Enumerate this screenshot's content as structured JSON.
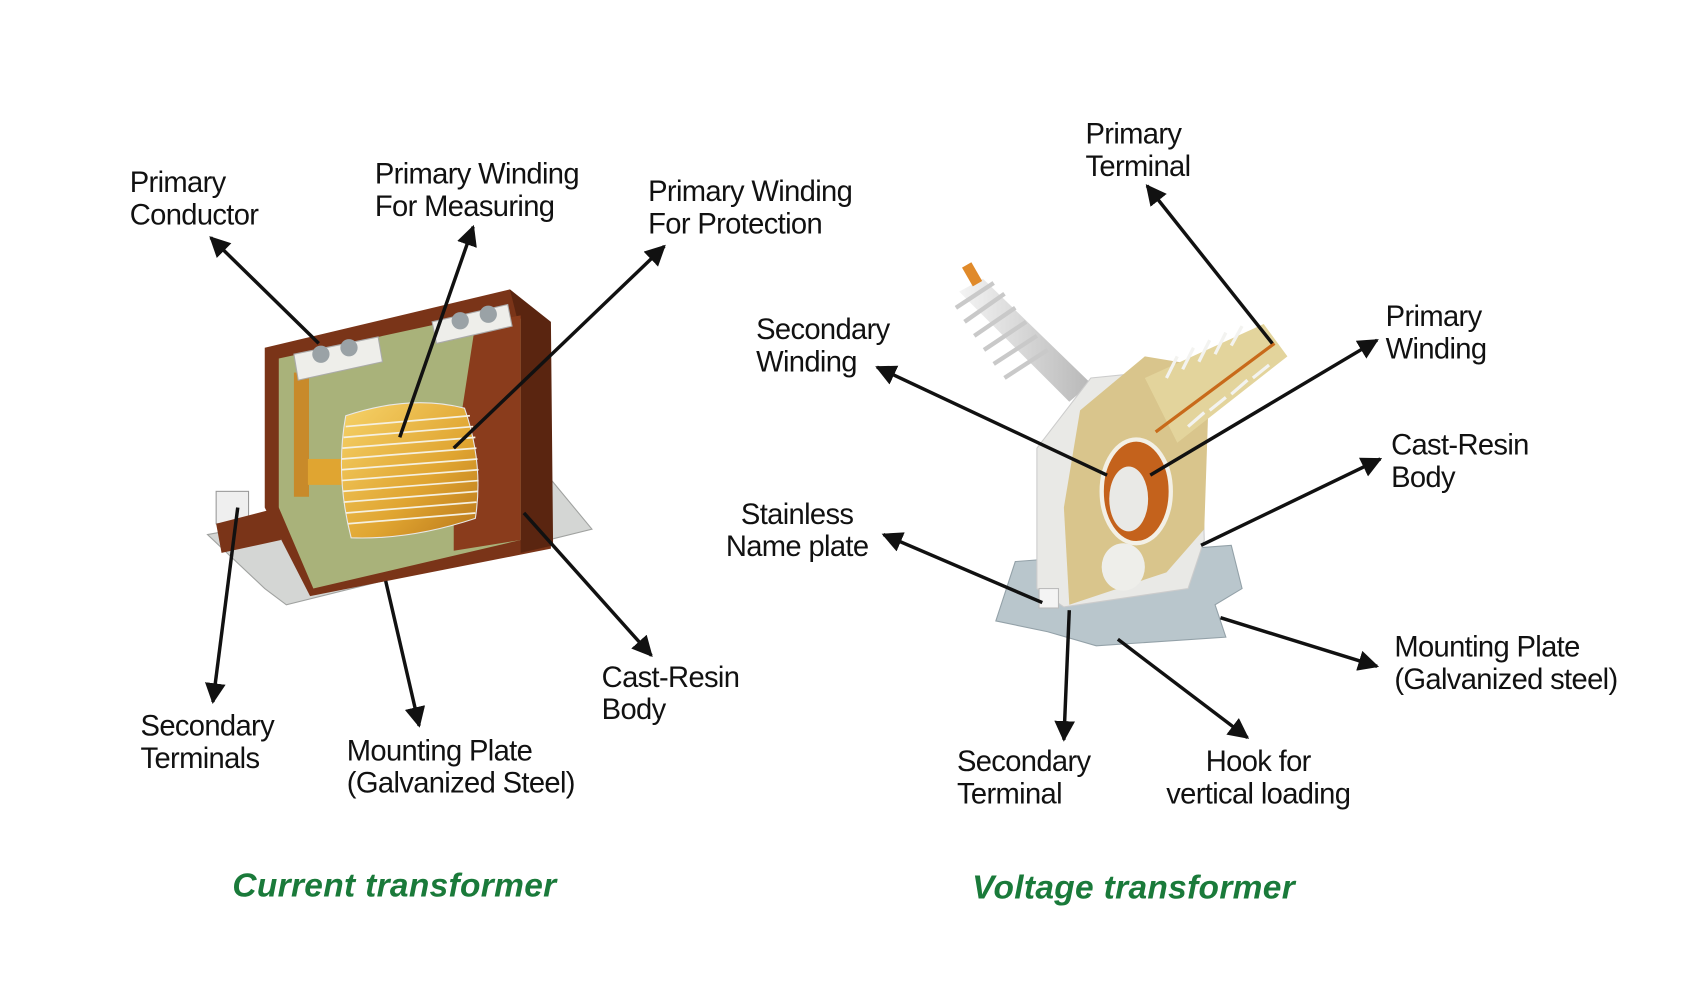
{
  "current_transformer": {
    "caption": "Current transformer",
    "labels": {
      "primary_conductor": [
        "Primary",
        "Conductor"
      ],
      "winding_measuring": [
        "Primary Winding",
        "For Measuring"
      ],
      "winding_protection": [
        "Primary Winding",
        "For Protection"
      ],
      "secondary_terminals": [
        "Secondary",
        "Terminals"
      ],
      "mounting_plate": [
        "Mounting Plate",
        "(Galvanized Steel)"
      ],
      "cast_resin_body": [
        "Cast-Resin",
        "Body"
      ]
    }
  },
  "voltage_transformer": {
    "caption": "Voltage transformer",
    "labels": {
      "primary_terminal": [
        "Primary",
        "Terminal"
      ],
      "secondary_winding": [
        "Secondary",
        "Winding"
      ],
      "primary_winding": [
        "Primary",
        "Winding"
      ],
      "cast_resin_body": [
        "Cast-Resin",
        "Body"
      ],
      "name_plate": [
        "Stainless",
        "Name plate"
      ],
      "mounting_plate": [
        "Mounting Plate",
        "(Galvanized steel)"
      ],
      "secondary_terminal": [
        "Secondary",
        "Terminal"
      ],
      "hook": [
        "Hook for",
        "vertical loading"
      ]
    }
  },
  "colors": {
    "caption": "#1a7a3a",
    "resin_brown": "#7a3418",
    "cutout_green": "#a9b27a",
    "coil_gold": "#e0a531",
    "vt_body": "#e9e9e6",
    "vt_cutout": "#d9c58c",
    "vt_plate": "#b9c6cc"
  }
}
